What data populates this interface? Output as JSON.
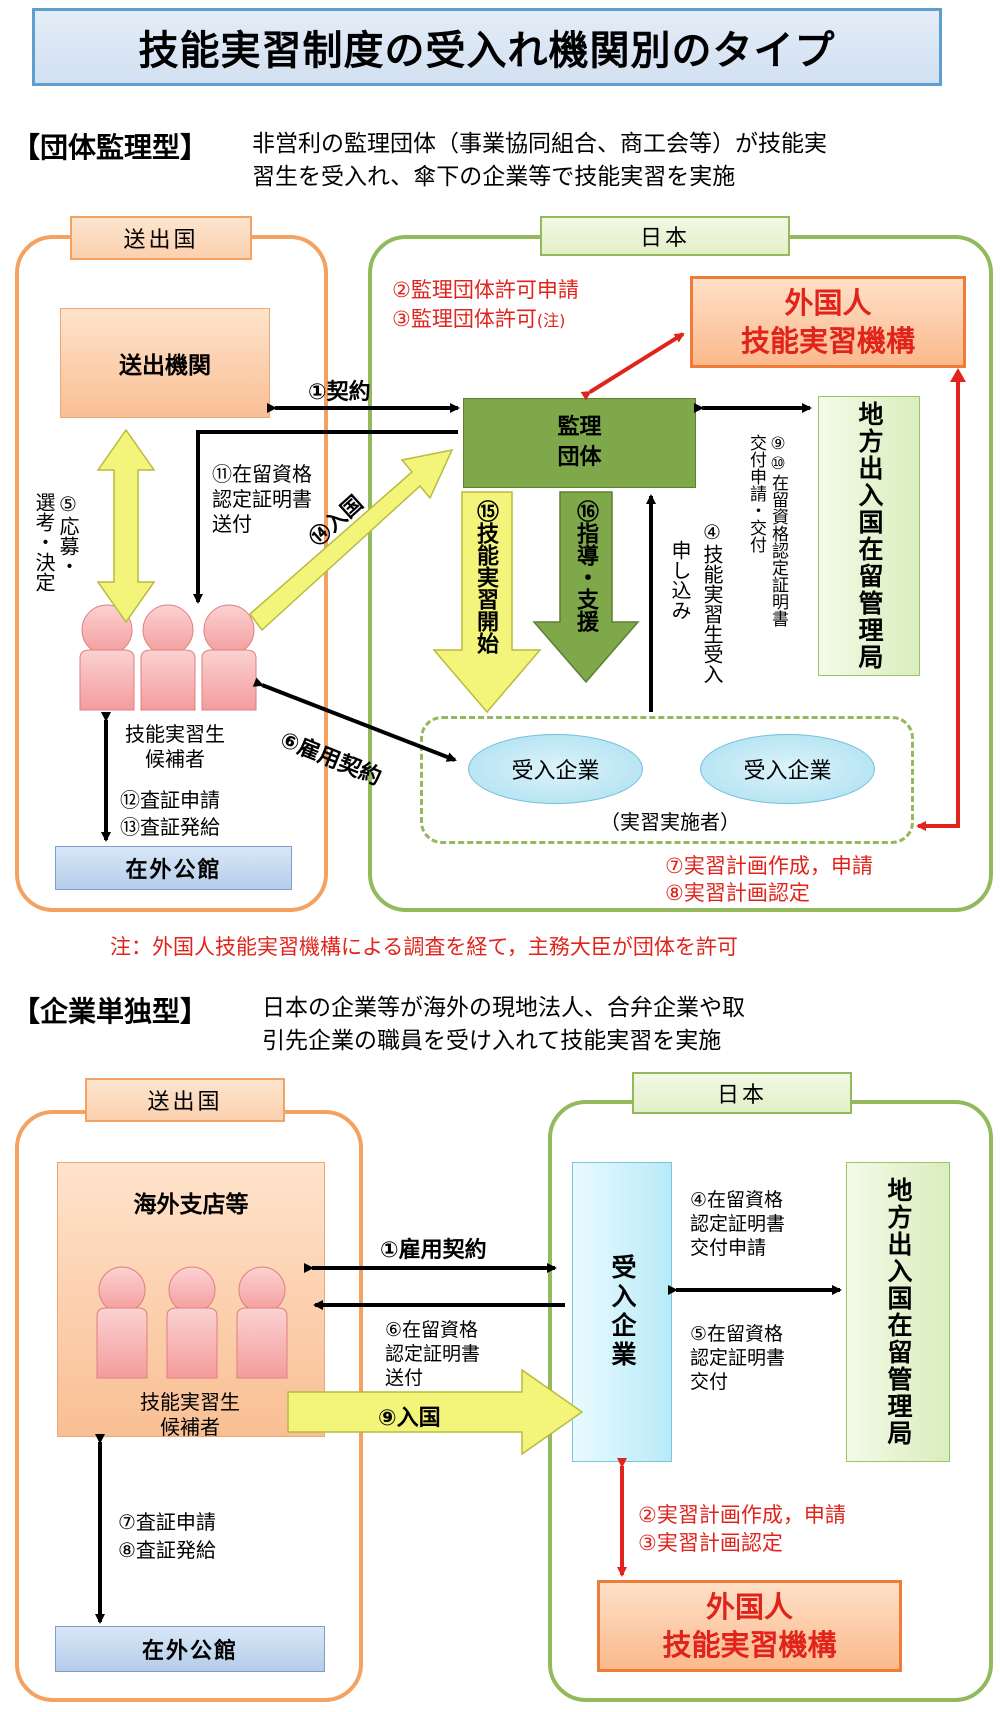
{
  "title": "技能実習制度の受入れ機関別のタイプ",
  "colors": {
    "orange_border": "#f3a262",
    "green_border": "#93b95c",
    "red": "#e0231b",
    "yellow_arrow": "#f2f57a",
    "green_arrow": "#7ea84a",
    "title_border": "#5f9fd0"
  },
  "section1": {
    "heading": "【団体監理型】",
    "desc_line1": "非営利の監理団体（事業協同組合、商工会等）が技能実",
    "desc_line2": "習生を受入れ、傘下の企業等で技能実習を実施",
    "sending_country": "送出国",
    "japan": "日本",
    "sending_org": "送出機関",
    "supervising_org_line1": "監理",
    "supervising_org_line2": "団体",
    "agency_line1": "外国人",
    "agency_line2": "技能実習機構",
    "immigration": "地方出入国在留管理局",
    "candidates_line1": "技能実習生",
    "candidates_line2": "候補者",
    "embassy": "在外公館",
    "company_a": "受入企業",
    "company_b": "受入企業",
    "implementer": "（実習実施者）",
    "step1": "①契約",
    "step2": "②監理団体許可申請",
    "step3": "③監理団体許可",
    "step3_note": "(注)",
    "step4": "④技能実習生受入",
    "step4_sub": "申し込み",
    "step5_line1": "⑤応募・",
    "step5_line2": "選考・決定",
    "step6": "⑥雇用契約",
    "step7": "⑦実習計画作成，申請",
    "step8": "⑧実習計画認定",
    "step9_10_line1": "⑨⑩在留資格認定証明書",
    "step9_10_line2": "交付申請・交付",
    "step11_line1": "⑪在留資格",
    "step11_line2": "認定証明書",
    "step11_line3": "送付",
    "step12": "⑫査証申請",
    "step13": "⑬査証発給",
    "step14": "⑭入国",
    "step15": "⑮技能実習開始",
    "step16": "⑯指導・支援",
    "note": "注：外国人技能実習機構による調査を経て，主務大臣が団体を許可"
  },
  "section2": {
    "heading": "【企業単独型】",
    "desc_line1": "日本の企業等が海外の現地法人、合弁企業や取",
    "desc_line2": "引先企業の職員を受け入れて技能実習を実施",
    "sending_country": "送出国",
    "japan": "日本",
    "overseas_branch": "海外支店等",
    "candidates_line1": "技能実習生",
    "candidates_line2": "候補者",
    "host_company": "受入企業",
    "immigration": "地方出入国在留管理局",
    "embassy": "在外公館",
    "agency_line1": "外国人",
    "agency_line2": "技能実習機構",
    "step1": "①雇用契約",
    "step2": "②実習計画作成，申請",
    "step3": "③実習計画認定",
    "step4_line1": "④在留資格",
    "step4_line2": "認定証明書",
    "step4_line3": "交付申請",
    "step5_line1": "⑤在留資格",
    "step5_line2": "認定証明書",
    "step5_line3": "交付",
    "step6_line1": "⑥在留資格",
    "step6_line2": "認定証明書",
    "step6_line3": "送付",
    "step7": "⑦査証申請",
    "step8": "⑧査証発給",
    "step9": "⑨入国"
  }
}
